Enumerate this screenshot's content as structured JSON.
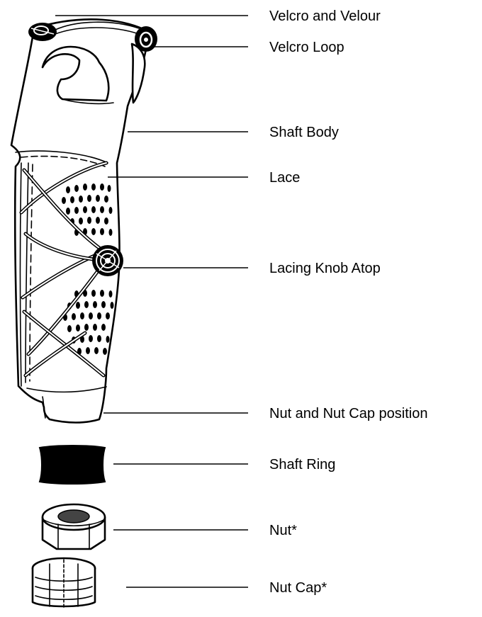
{
  "diagram": {
    "labels": {
      "velcro_and_velour": "Velcro and Velour",
      "velcro_loop": "Velcro Loop",
      "shaft_body": "Shaft Body",
      "lace": "Lace",
      "lacing_knob_atop": "Lacing Knob Atop",
      "nut_and_nut_cap_position": "Nut and Nut Cap position",
      "shaft_ring": "Shaft Ring",
      "nut": "Nut*",
      "nut_cap": "Nut Cap*"
    },
    "colors": {
      "ink": "#000000",
      "background": "#ffffff"
    }
  }
}
